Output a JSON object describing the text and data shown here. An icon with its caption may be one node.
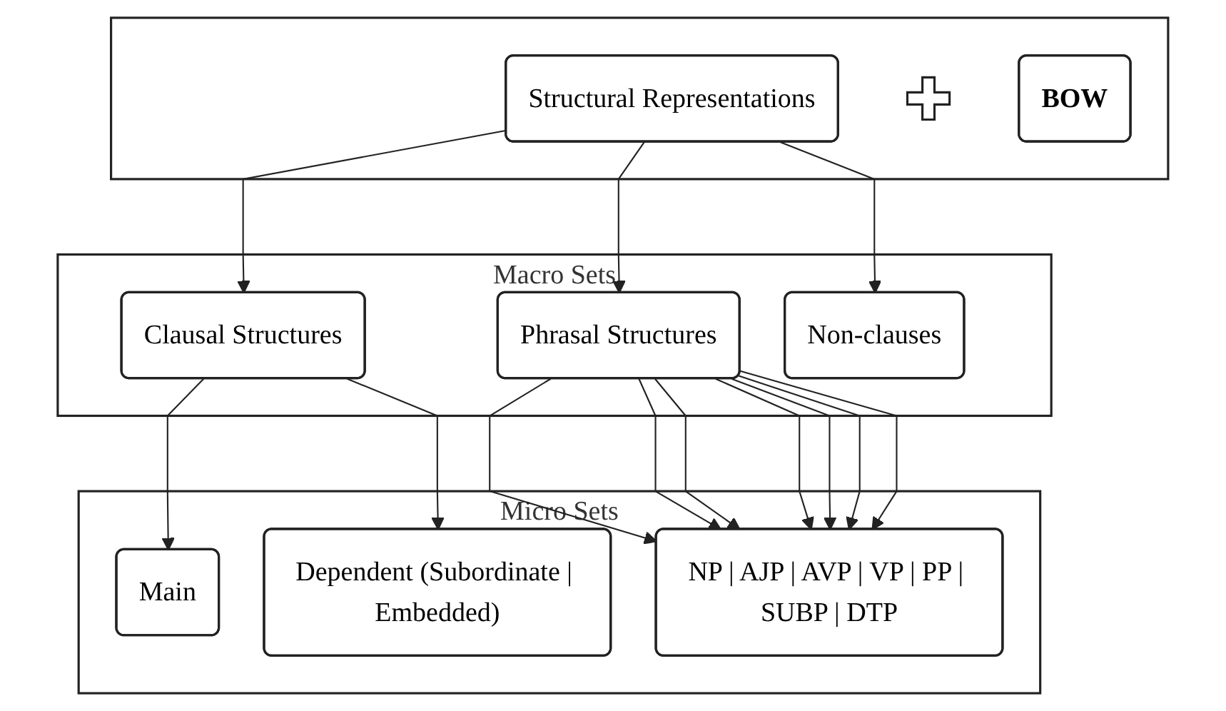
{
  "diagram": {
    "nodes": [
      {
        "text": [],
        "shape": "box"
      },
      {
        "text": [
          "Structural Representations"
        ],
        "in": 0
      },
      {
        "text": [],
        "shape": "plus",
        "in": 0
      },
      {
        "text": [
          "BOW"
        ],
        "in": 0
      },
      {
        "text": [
          "Macro Sets"
        ]
      },
      {
        "text": [
          "Clausal Structures"
        ],
        "in": 4
      },
      {
        "text": [
          "Phrasal Structures"
        ],
        "in": 4
      },
      {
        "text": [
          "Non-clauses"
        ],
        "in": 4
      },
      {
        "text": [
          "Micro Sets"
        ]
      },
      {
        "text": [
          "Main"
        ],
        "in": 8
      },
      {
        "text": [
          "Dependent (Subordinate | Embedded)"
        ],
        "in": 8
      },
      {
        "text": [
          "NP | AJP | AVP | VP | PP | SUBP | DTP"
        ],
        "in": 8
      }
    ],
    "edges": [
      {
        "from": 1,
        "to": 5,
        "arrow": "to"
      },
      {
        "from": 1,
        "to": 6,
        "arrow": "to"
      },
      {
        "from": 1,
        "to": 7,
        "arrow": "to"
      },
      {
        "from": 5,
        "to": 9,
        "arrow": "to"
      },
      {
        "from": 5,
        "to": 10,
        "arrow": "to"
      },
      {
        "from": 6,
        "to": 11,
        "arrow": "to"
      },
      {
        "from": 6,
        "to": 11,
        "arrow": "to"
      },
      {
        "from": 6,
        "to": 11,
        "arrow": "to"
      },
      {
        "from": 6,
        "to": 11,
        "arrow": "to"
      },
      {
        "from": 6,
        "to": 11,
        "arrow": "to"
      },
      {
        "from": 6,
        "to": 11,
        "arrow": "to"
      },
      {
        "from": 6,
        "to": 11,
        "arrow": "to"
      }
    ]
  }
}
